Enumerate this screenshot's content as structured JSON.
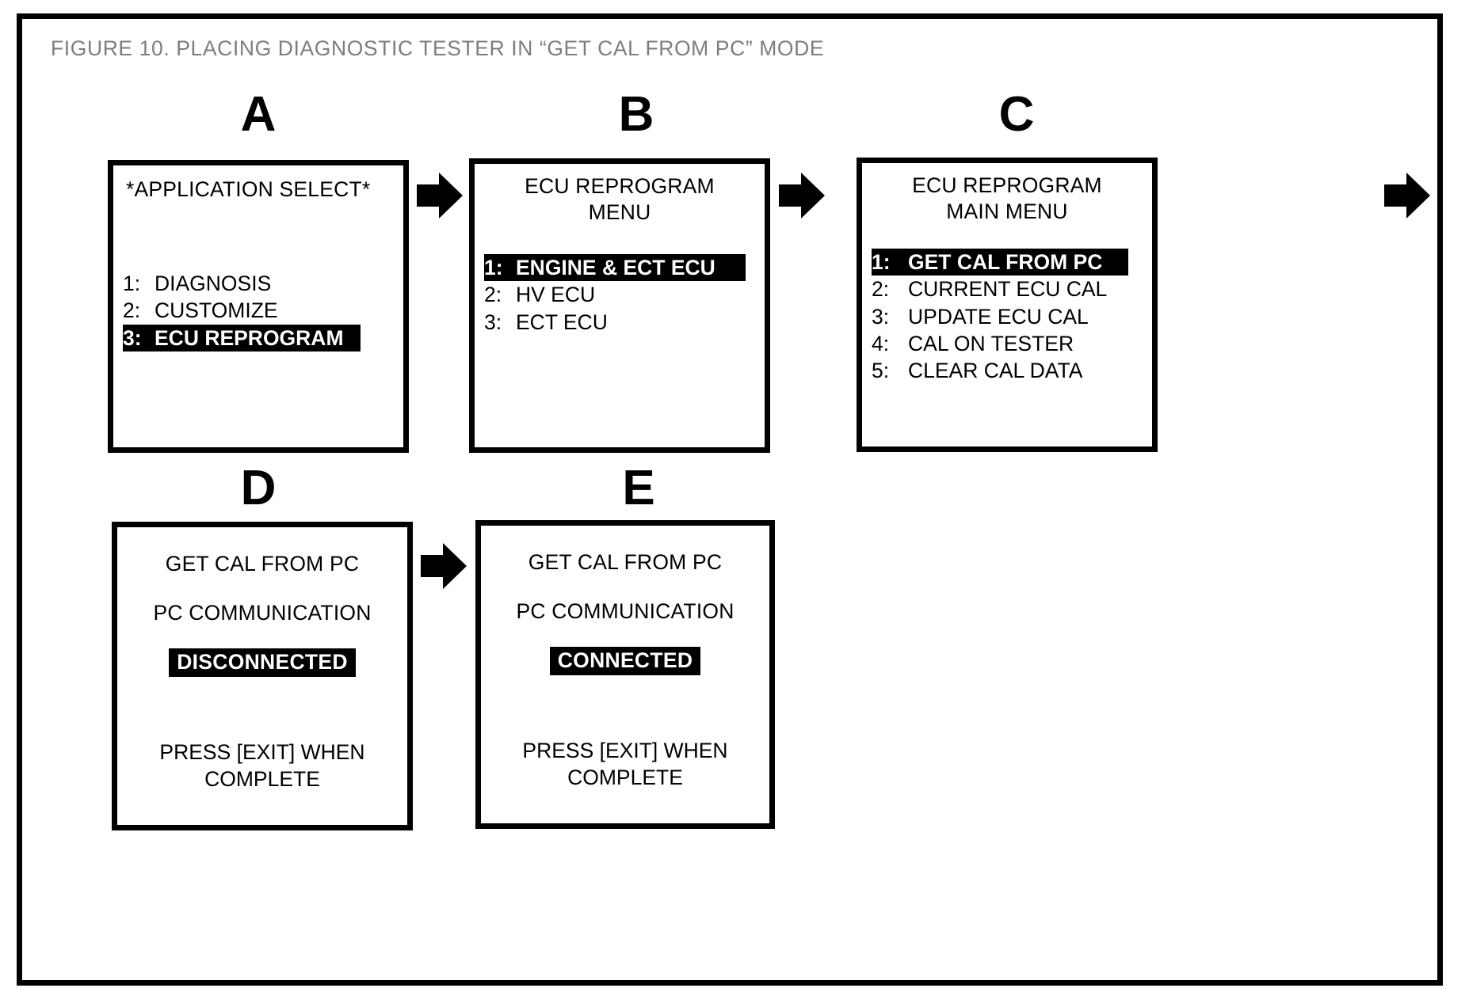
{
  "figure": {
    "title": "FIGURE 10.  PLACING DIAGNOSTIC TESTER IN “GET CAL FROM PC” MODE",
    "title_color": "#7d7d7d",
    "frame_color": "#000000"
  },
  "panels": [
    {
      "letter": "A",
      "title_lines": [
        "*APPLICATION SELECT*"
      ],
      "menu": [
        {
          "num": "1:",
          "label": "DIAGNOSIS",
          "selected": false
        },
        {
          "num": "2:",
          "label": "CUSTOMIZE",
          "selected": false
        },
        {
          "num": "3:",
          "label": "ECU REPROGRAM",
          "selected": true
        }
      ]
    },
    {
      "letter": "B",
      "title_lines": [
        "ECU REPROGRAM",
        "MENU"
      ],
      "menu": [
        {
          "num": "1:",
          "label": "ENGINE & ECT ECU",
          "selected": true
        },
        {
          "num": "2:",
          "label": "HV ECU",
          "selected": false
        },
        {
          "num": "3:",
          "label": "ECT ECU",
          "selected": false
        }
      ]
    },
    {
      "letter": "C",
      "title_lines": [
        "ECU REPROGRAM",
        "MAIN MENU"
      ],
      "menu": [
        {
          "num": "1:",
          "label": "GET CAL FROM PC",
          "selected": true
        },
        {
          "num": "2:",
          "label": "CURRENT ECU CAL",
          "selected": false
        },
        {
          "num": "3:",
          "label": "UPDATE ECU CAL",
          "selected": false
        },
        {
          "num": "4:",
          "label": "CAL ON TESTER",
          "selected": false
        },
        {
          "num": "5:",
          "label": "CLEAR CAL DATA",
          "selected": false
        }
      ]
    },
    {
      "letter": "D",
      "title_lines": [
        "GET CAL FROM PC"
      ],
      "subtitle": "PC COMMUNICATION",
      "status": "DISCONNECTED",
      "footer_lines": [
        "PRESS [EXIT] WHEN",
        "COMPLETE"
      ]
    },
    {
      "letter": "E",
      "title_lines": [
        "GET CAL FROM PC"
      ],
      "subtitle": "PC COMMUNICATION",
      "status": "CONNECTED",
      "footer_lines": [
        "PRESS [EXIT] WHEN",
        "COMPLETE"
      ]
    }
  ],
  "arrows": [
    {
      "name": "arrow-a-to-b"
    },
    {
      "name": "arrow-b-to-c"
    },
    {
      "name": "arrow-c-to-d"
    },
    {
      "name": "arrow-d-to-e"
    }
  ]
}
